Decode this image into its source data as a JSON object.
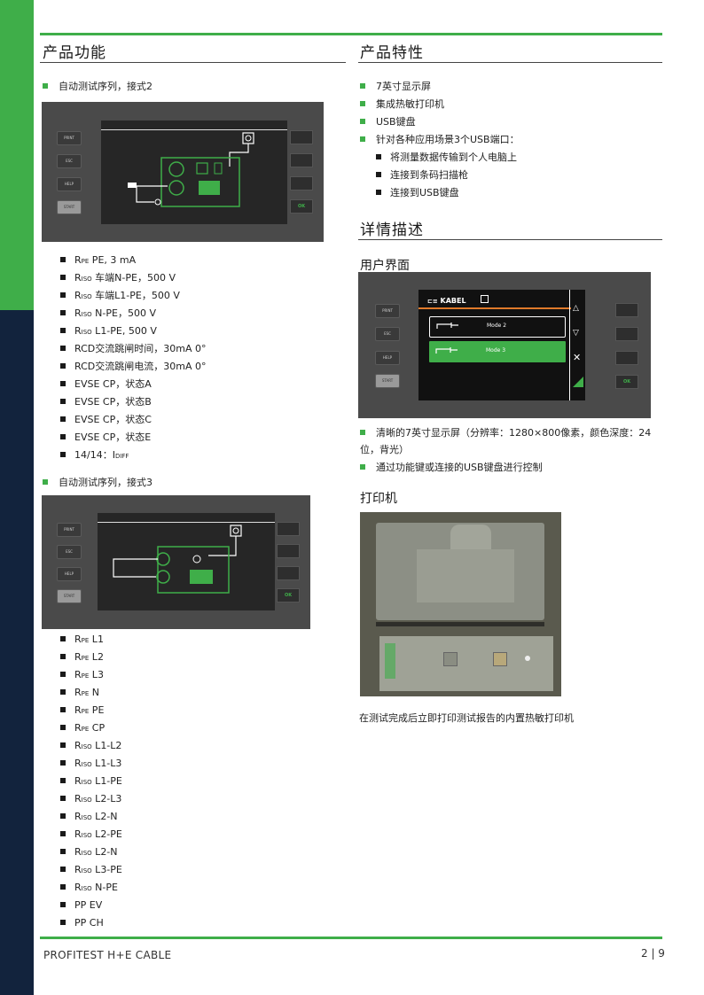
{
  "left": {
    "heading": "产品功能",
    "seq2_label": "自动测试序列，接式2",
    "seq2_items": [
      {
        "pre": "R",
        "sub": "PE",
        "post": " PE, 3 mA"
      },
      {
        "pre": "R",
        "sub": "ISO",
        "post": " 车端N-PE，500 V"
      },
      {
        "pre": "R",
        "sub": "ISO",
        "post": " 车端L1-PE，500 V"
      },
      {
        "pre": "R",
        "sub": "ISO",
        "post": " N-PE，500 V"
      },
      {
        "pre": "R",
        "sub": "ISO",
        "post": " L1-PE, 500 V"
      },
      {
        "pre": "RCD交流跳闸时间，30mA 0°",
        "sub": "",
        "post": ""
      },
      {
        "pre": "RCD交流跳闸电流，30mA 0°",
        "sub": "",
        "post": ""
      },
      {
        "pre": "EVSE CP，状态A",
        "sub": "",
        "post": ""
      },
      {
        "pre": "EVSE CP，状态B",
        "sub": "",
        "post": ""
      },
      {
        "pre": "EVSE CP，状态C",
        "sub": "",
        "post": ""
      },
      {
        "pre": "EVSE CP，状态E",
        "sub": "",
        "post": ""
      },
      {
        "pre": "14/14：I",
        "sub": "DIFF",
        "post": ""
      }
    ],
    "seq3_label": "自动测试序列，接式3",
    "seq3_items": [
      {
        "pre": "R",
        "sub": "PE",
        "post": " L1"
      },
      {
        "pre": "R",
        "sub": "PE",
        "post": " L2"
      },
      {
        "pre": "R",
        "sub": "PE",
        "post": " L3"
      },
      {
        "pre": "R",
        "sub": "PE",
        "post": " N"
      },
      {
        "pre": "R",
        "sub": "PE",
        "post": " PE"
      },
      {
        "pre": "R",
        "sub": "PE",
        "post": " CP"
      },
      {
        "pre": "R",
        "sub": "ISO",
        "post": " L1-L2"
      },
      {
        "pre": "R",
        "sub": "ISO",
        "post": " L1-L3"
      },
      {
        "pre": "R",
        "sub": "ISO",
        "post": " L1-PE"
      },
      {
        "pre": "R",
        "sub": "ISO",
        "post": " L2-L3"
      },
      {
        "pre": "R",
        "sub": "ISO",
        "post": " L2-N"
      },
      {
        "pre": "R",
        "sub": "ISO",
        "post": " L2-PE"
      },
      {
        "pre": "R",
        "sub": "ISO",
        "post": " L2-N"
      },
      {
        "pre": "R",
        "sub": "ISO",
        "post": " L3-PE"
      },
      {
        "pre": "R",
        "sub": "ISO",
        "post": " N-PE"
      },
      {
        "pre": "PP EV",
        "sub": "",
        "post": ""
      },
      {
        "pre": "PP CH",
        "sub": "",
        "post": ""
      }
    ]
  },
  "device": {
    "keys": {
      "print": "PRINT",
      "esc": "ESC",
      "help": "HELP",
      "start": "START",
      "ok": "OK"
    },
    "menu_title": "KABEL",
    "modes": [
      "Mode 2",
      "Mode 3"
    ]
  },
  "right": {
    "heading_features": "产品特性",
    "features": [
      "7英寸显示屏",
      "集成热敏打印机",
      "USB键盘",
      "针对各种应用场景3个USB端口："
    ],
    "usb_sub": [
      "将测量数据传输到个人电脑上",
      "连接到条码扫描枪",
      "连接到USB键盘"
    ],
    "heading_detail": "详情描述",
    "ui_heading": "用户界面",
    "ui_bullets": [
      "清晰的7英寸显示屏（分辨率：1280×800像素，颜色深度：24位，背光）",
      "通过功能键或连接的USB键盘进行控制"
    ],
    "printer_heading": "打印机",
    "printer_caption": "在测试完成后立即打印测试报告的内置热敏打印机"
  },
  "footer": {
    "product": "PROFITEST H+E CABLE",
    "page": "2 | 9"
  },
  "colors": {
    "accent": "#3fae49",
    "navy": "#12233d"
  }
}
